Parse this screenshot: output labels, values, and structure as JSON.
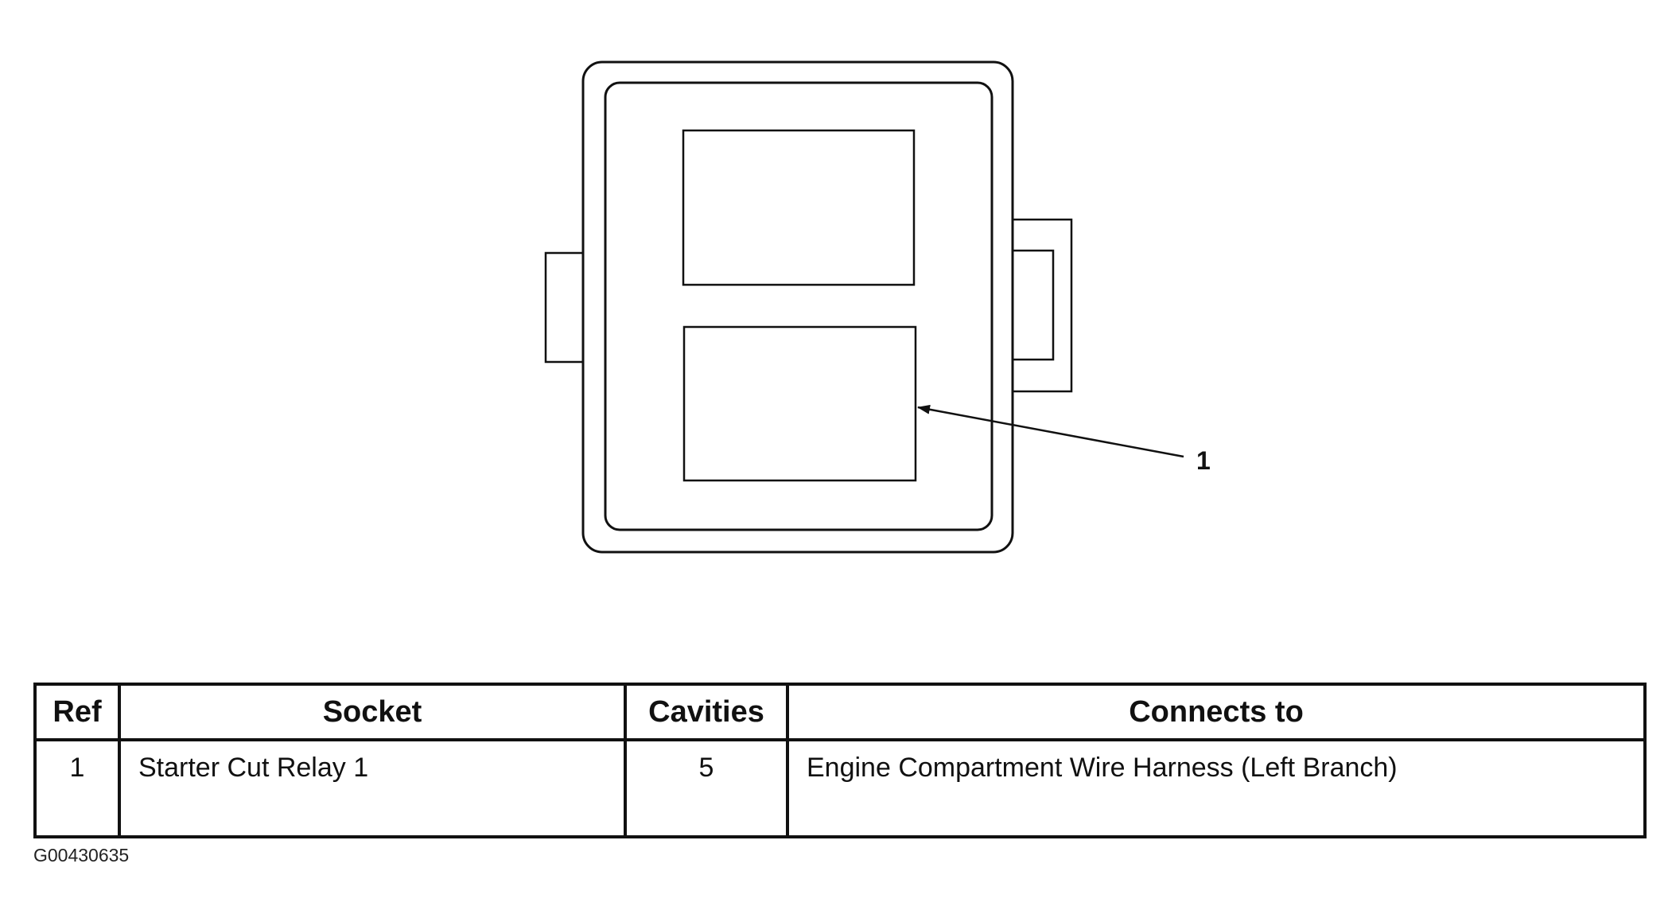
{
  "diagram": {
    "callouts": [
      {
        "label": "1"
      }
    ]
  },
  "table": {
    "headers": {
      "ref": "Ref",
      "socket": "Socket",
      "cavities": "Cavities",
      "connects_to": "Connects to"
    },
    "rows": [
      {
        "ref": "1",
        "socket": "Starter Cut Relay 1",
        "cavities": "5",
        "connects_to": "Engine Compartment Wire Harness (Left Branch)"
      }
    ]
  },
  "figure_id": "G00430635"
}
